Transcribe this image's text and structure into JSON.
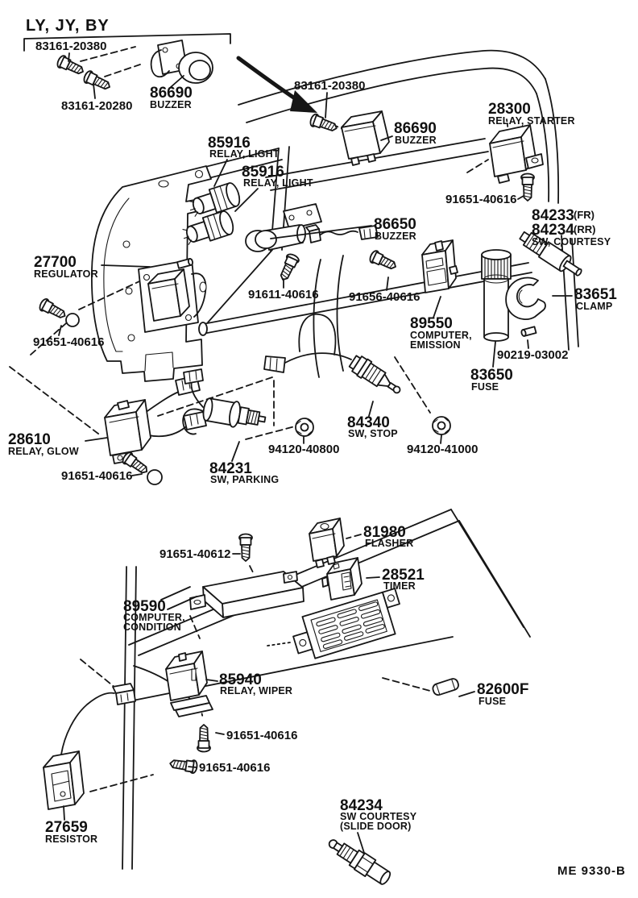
{
  "title": {
    "variants": "LY, JY, BY"
  },
  "doc_ref": "ME 9330-B",
  "labels": {
    "screw_20380_left": {
      "pn": "83161-20380"
    },
    "screw_20280": {
      "pn": "83161-20280"
    },
    "buzzer_left": {
      "pn": "86690",
      "desc": "BUZZER"
    },
    "screw_20380_mid": {
      "pn": "83161-20380"
    },
    "buzzer_mid": {
      "pn": "86690",
      "desc": "BUZZER"
    },
    "relay_starter": {
      "pn": "28300",
      "desc": "RELAY, STARTER"
    },
    "screw_40616_top_right": {
      "pn": "91651-40616"
    },
    "sw_courtesy_front": {
      "pn": "84233",
      "suffix": "(FR)"
    },
    "sw_courtesy_rear": {
      "pn": "84234",
      "suffix": "(RR)"
    },
    "sw_courtesy": {
      "desc": "SW, COURTESY"
    },
    "relay_light_upper": {
      "pn": "85916",
      "desc": "RELAY, LIGHT"
    },
    "relay_light_lower": {
      "pn": "85916",
      "desc": "RELAY, LIGHT"
    },
    "buzzer_86650": {
      "pn": "86650",
      "desc": "BUZZER"
    },
    "regulator": {
      "pn": "27700",
      "desc": "REGULATOR"
    },
    "screw_91611": {
      "pn": "91611-40616"
    },
    "screw_91656": {
      "pn": "91656-40616"
    },
    "computer_emission": {
      "pn": "89550",
      "desc": "COMPUTER,",
      "desc2": "EMISSION"
    },
    "clamp": {
      "pn": "83651",
      "desc": "CLAMP"
    },
    "pin_90219": {
      "pn": "90219-03002"
    },
    "fuse_83650": {
      "pn": "83650",
      "desc": "FUSE"
    },
    "screw_40616_left": {
      "pn": "91651-40616"
    },
    "relay_glow": {
      "pn": "28610",
      "desc": "RELAY, GLOW"
    },
    "screw_40616_glow": {
      "pn": "91651-40616"
    },
    "sw_parking": {
      "pn": "84231",
      "desc": "SW, PARKING"
    },
    "nut_40800": {
      "pn": "94120-40800"
    },
    "sw_stop": {
      "pn": "84340",
      "desc": "SW, STOP"
    },
    "nut_41000": {
      "pn": "94120-41000"
    },
    "flasher": {
      "pn": "81980",
      "desc": "FLASHER"
    },
    "screw_40612": {
      "pn": "91651-40612"
    },
    "timer": {
      "pn": "28521",
      "desc": "TIMER"
    },
    "computer_condition": {
      "pn": "89590",
      "desc": "COMPUTER,",
      "desc2": "CONDITION"
    },
    "relay_wiper": {
      "pn": "85940",
      "desc": "RELAY, WIPER"
    },
    "fuse_82600f": {
      "pn": "82600F",
      "desc": "FUSE"
    },
    "screw_40616_wiper": {
      "pn": "91651-40616"
    },
    "screw_40616_lower": {
      "pn": "91651-40616"
    },
    "resistor": {
      "pn": "27659",
      "desc": "RESISTOR"
    },
    "sw_courtesy_slide": {
      "pn": "84234",
      "desc": "SW COURTESY",
      "desc2": "(SLIDE DOOR)"
    }
  }
}
